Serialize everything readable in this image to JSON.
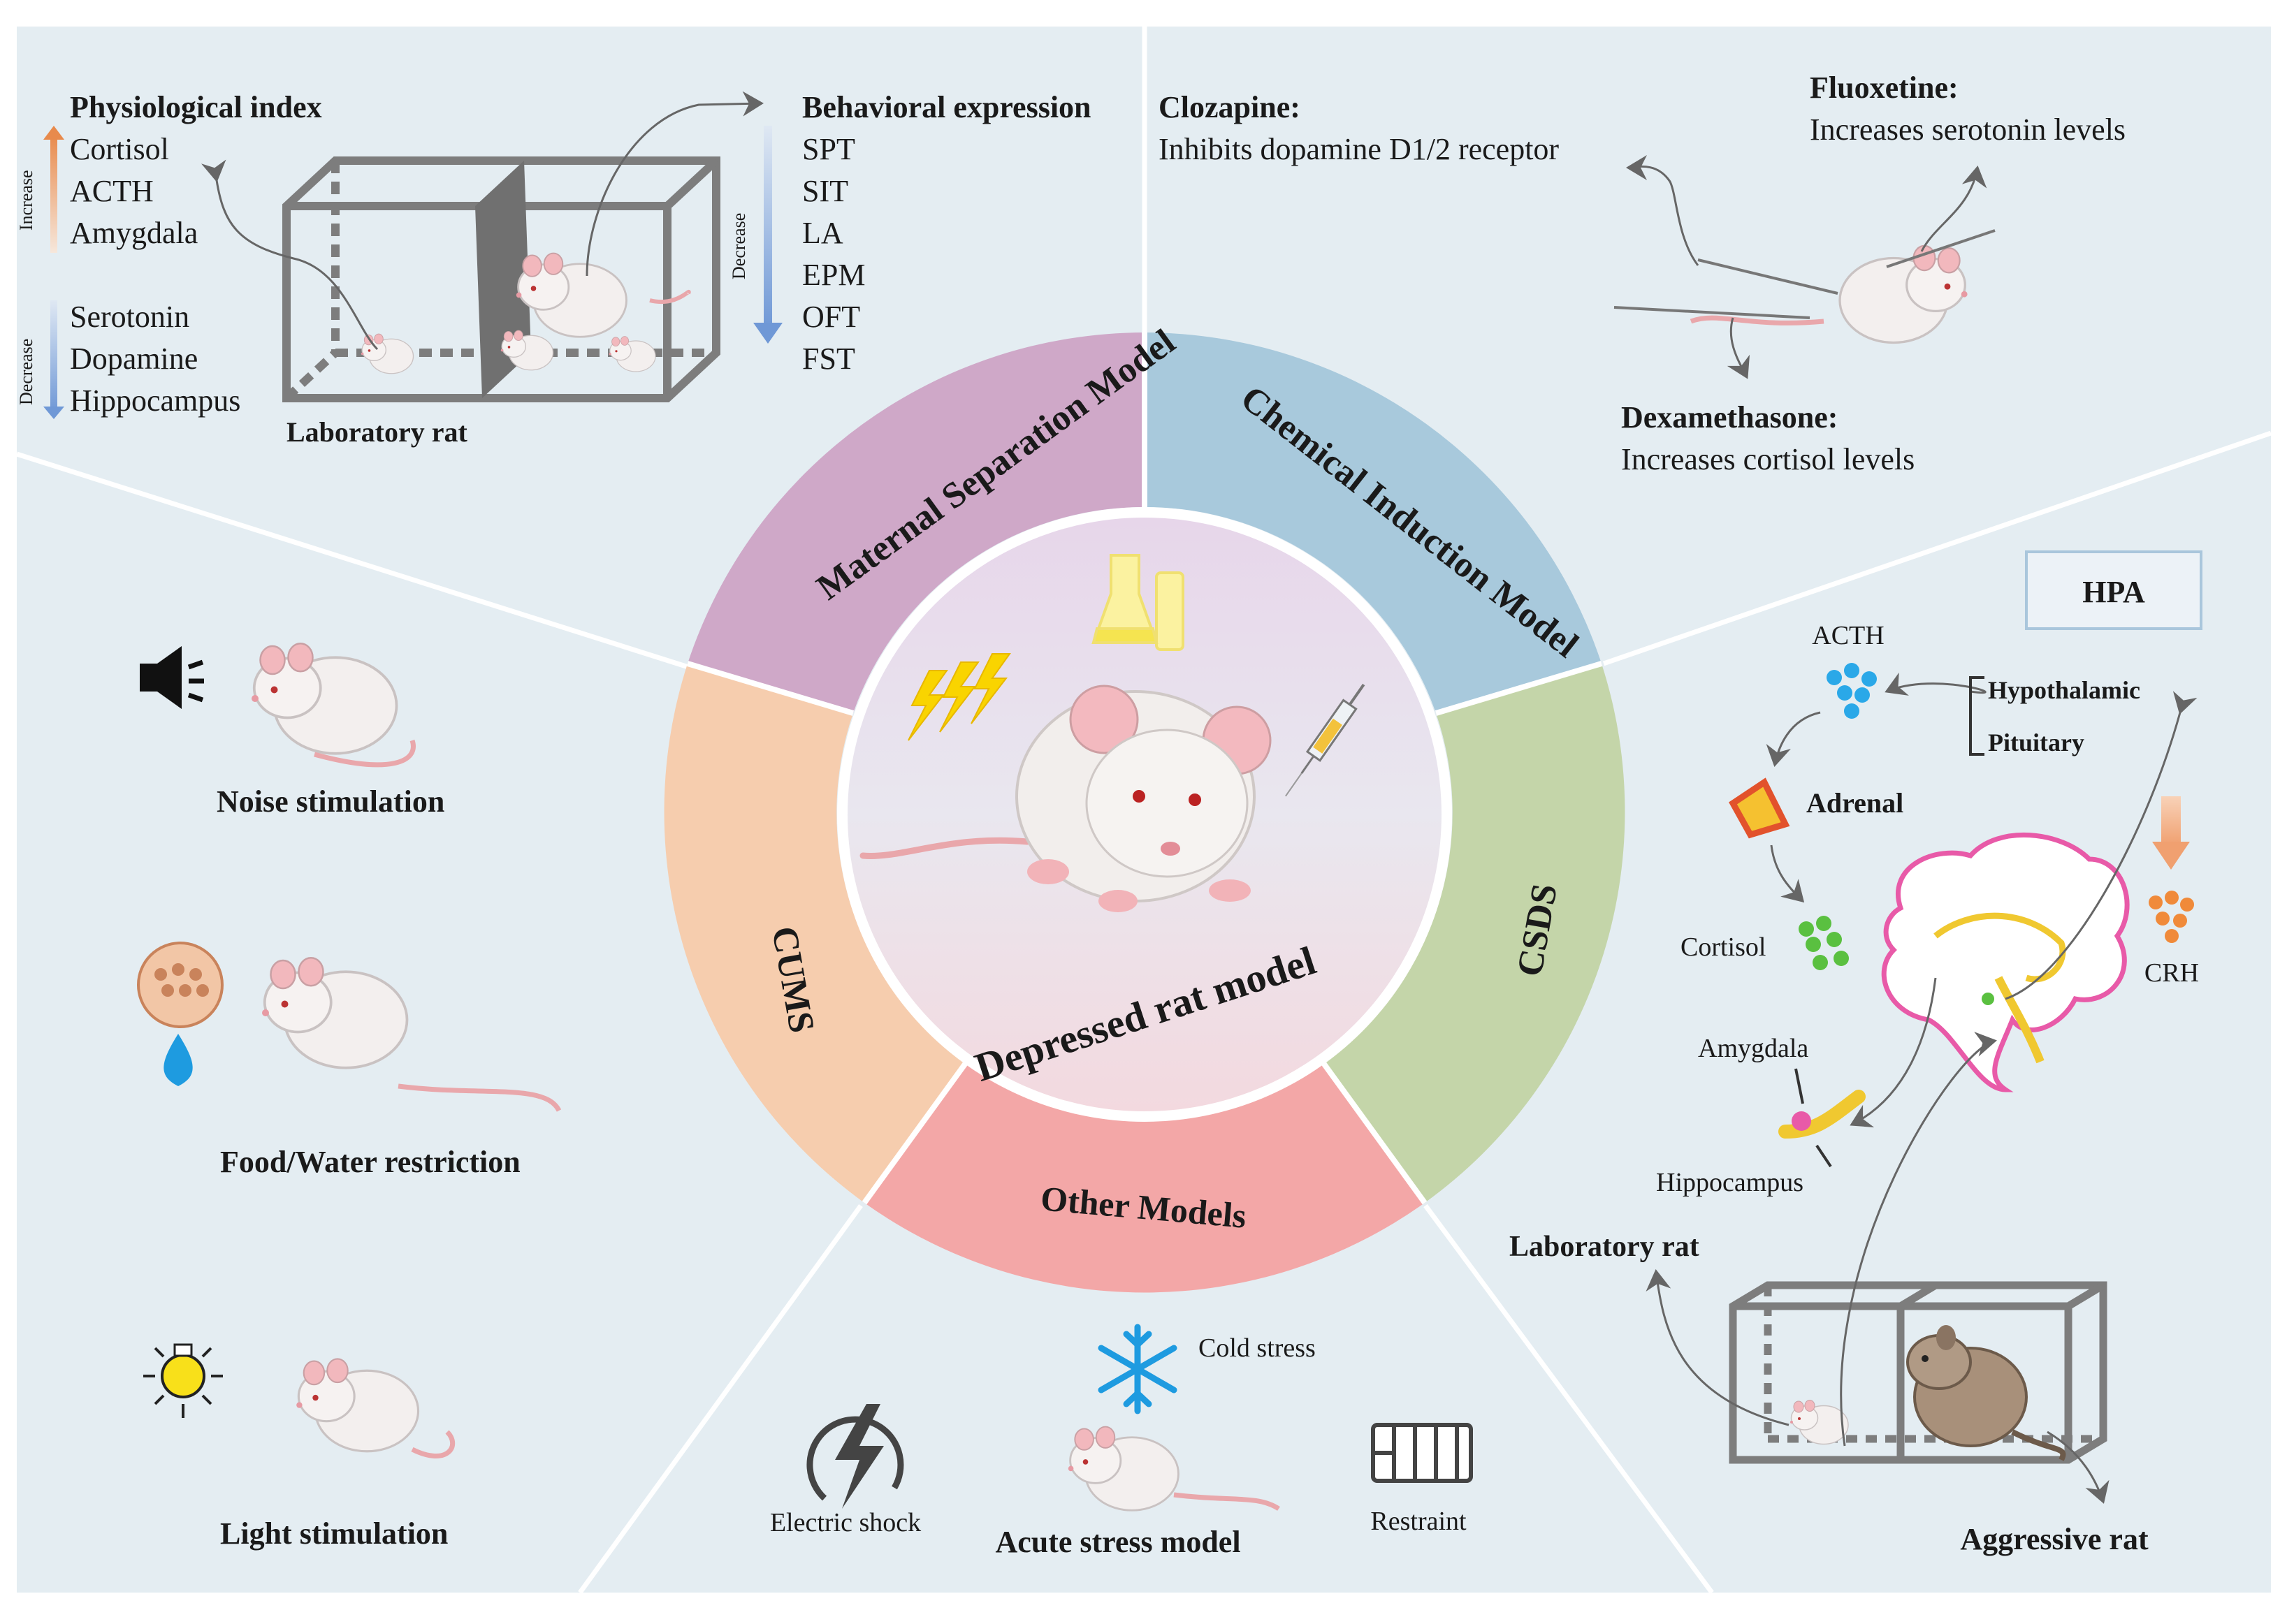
{
  "center_title": "Depressed rat model",
  "segments": {
    "maternal_separation": "Maternal Separation Model",
    "chemical_induction": "Chemical Induction Model",
    "cums": "CUMS",
    "csds": "CSDS",
    "other_models": "Other Models"
  },
  "maternal_separation": {
    "physiological_title": "Physiological index",
    "increase_label": "Increase",
    "decrease_label": "Decrease",
    "increase_items": [
      "Cortisol",
      "ACTH",
      "Amygdala"
    ],
    "decrease_items": [
      "Serotonin",
      "Dopamine",
      "Hippocampus"
    ],
    "behavior_title": "Behavioral expression",
    "behavior_decrease_label": "Decrease",
    "behavior_items": [
      "SPT",
      "SIT",
      "LA",
      "EPM",
      "OFT",
      "FST"
    ],
    "rat_label": "Laboratory rat"
  },
  "chemical": {
    "clozapine_title": "Clozapine:",
    "clozapine_desc": "Inhibits dopamine D1/2 receptor",
    "fluoxetine_title": "Fluoxetine:",
    "fluoxetine_desc": "Increases serotonin levels",
    "dexamethasone_title": "Dexamethasone:",
    "dexamethasone_desc": "Increases cortisol levels"
  },
  "hpa": {
    "box_label": "HPA",
    "acth": "ACTH",
    "hypothalamic": "Hypothalamic",
    "pituitary": "Pituitary",
    "adrenal": "Adrenal",
    "cortisol": "Cortisol",
    "crh": "CRH",
    "amygdala": "Amygdala",
    "hippocampus": "Hippocampus",
    "lab_rat": "Laboratory rat",
    "aggressive_rat": "Aggressive rat"
  },
  "cums": {
    "noise": "Noise stimulation",
    "food_water": "Food/Water restriction",
    "light": "Light stimulation"
  },
  "acute": {
    "cold": "Cold stress",
    "electric": "Electric shock",
    "restraint": "Restraint",
    "title": "Acute stress model"
  },
  "colors": {
    "panel_bg": "#e4edf2",
    "maternal": "#cfa8c8",
    "chemical": "#a8c9dc",
    "csds": "#c4d5a9",
    "other": "#f3a7a7",
    "cums": "#f6cdae",
    "center_top": "#e7d6ea",
    "center_bottom": "#f2dde3"
  }
}
